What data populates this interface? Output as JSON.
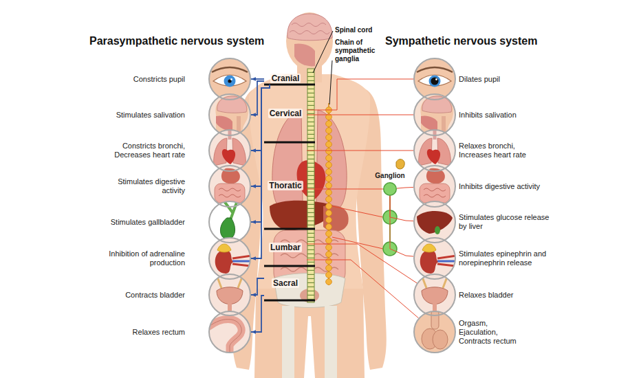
{
  "diagram": {
    "nodes": [
      {
        "text": [
          "Constricts pupil"
        ]
      },
      {
        "text": [
          "Stimulates salivation"
        ]
      },
      {
        "text": [
          "Constricts bronchi, Decreases heart rate"
        ]
      },
      {
        "text": [
          "Stimulates digestive activity"
        ]
      },
      {
        "text": [
          "Stimulates gallbladder"
        ]
      },
      {
        "text": [
          "Inhibition of adrenaline production"
        ]
      },
      {
        "text": [
          "Contracts bladder"
        ]
      },
      {
        "text": [
          "Relaxes rectum"
        ]
      },
      {
        "text": [
          "Cranial"
        ]
      },
      {
        "text": [
          "Cervical"
        ]
      },
      {
        "text": [
          "Thoratic"
        ]
      },
      {
        "text": [
          "Lumbar"
        ]
      },
      {
        "text": [
          "Sacral"
        ]
      },
      {
        "text": [
          "Ganglion"
        ]
      },
      {
        "text": [
          "Dilates pupil"
        ]
      },
      {
        "text": [
          "Inhibits salivation"
        ]
      },
      {
        "text": [
          "Relaxes bronchi, Increases heart rate"
        ]
      },
      {
        "text": [
          "Inhibits digestive activity"
        ]
      },
      {
        "text": [
          "Stimulates glucose release by liver"
        ]
      },
      {
        "text": [
          "Stimulates epinephrin and norepinephrin release"
        ]
      },
      {
        "text": [
          "Relaxes bladder"
        ]
      },
      {
        "text": [
          "Orgasm, Ejaculation, Contracts rectum"
        ]
      }
    ],
    "edges": [
      {
        "from": 8,
        "to": 0,
        "arrow": "to"
      },
      {
        "from": 8,
        "to": 1,
        "arrow": "to"
      },
      {
        "from": 8,
        "to": 2,
        "arrow": "to"
      },
      {
        "from": 8,
        "to": 3,
        "arrow": "to"
      },
      {
        "from": 8,
        "to": 4,
        "arrow": "to"
      },
      {
        "from": 8,
        "to": 5,
        "arrow": "to"
      },
      {
        "from": 12,
        "to": 6,
        "arrow": "to"
      },
      {
        "from": 12,
        "to": 7,
        "arrow": "to"
      },
      {
        "from": 9,
        "to": 14,
        "arrow": "none"
      },
      {
        "from": 9,
        "to": 15,
        "arrow": "none"
      },
      {
        "from": 10,
        "to": 16,
        "arrow": "none"
      },
      {
        "from": 10,
        "to": 13,
        "arrow": "none"
      },
      {
        "from": 13,
        "to": 17,
        "arrow": "none"
      },
      {
        "from": 13,
        "to": 18,
        "arrow": "none"
      },
      {
        "from": 13,
        "to": 19,
        "arrow": "none"
      },
      {
        "from": 11,
        "to": 20,
        "arrow": "none"
      },
      {
        "from": 11,
        "to": 21,
        "arrow": "none"
      }
    ],
    "labels": [
      "Parasympathetic nervous system",
      "Sympathetic nervous system",
      "Spinal cord",
      "Chain of sympathetic ganglia"
    ]
  }
}
